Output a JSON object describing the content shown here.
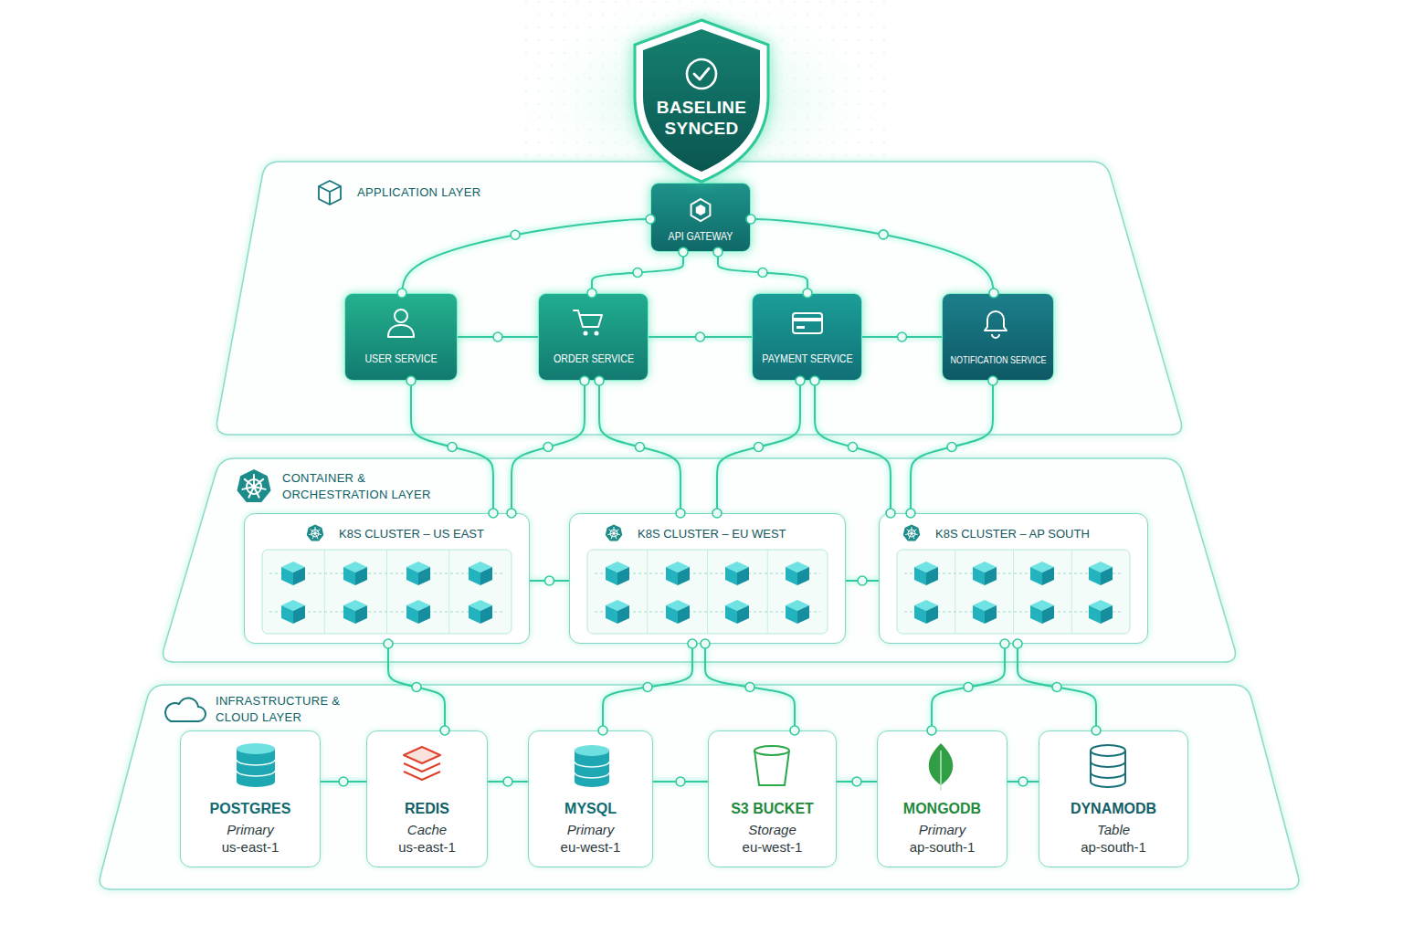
{
  "diagram": {
    "nodes": [
      {
        "text": [
          "BASELINE SYNCED"
        ]
      },
      {
        "text": [
          "APPLICATION LAYER"
        ]
      },
      {
        "text": [
          "API GATEWAY"
        ],
        "in": 1
      },
      {
        "text": [
          "USER SERVICE"
        ],
        "in": 1
      },
      {
        "text": [
          "ORDER SERVICE"
        ],
        "in": 1
      },
      {
        "text": [
          "PAYMENT SERVICE"
        ],
        "in": 1
      },
      {
        "text": [
          "NOTIFICATION SERVICE"
        ],
        "in": 1
      },
      {
        "text": [
          "CONTAINER & ORCHESTRATION LAYER"
        ]
      },
      {
        "text": [
          "K8S CLUSTER – US EAST"
        ],
        "in": 7
      },
      {
        "text": [
          "K8S CLUSTER – EU WEST"
        ],
        "in": 7
      },
      {
        "text": [
          "K8S CLUSTER – AP SOUTH"
        ],
        "in": 7
      },
      {
        "text": [
          "INFRASTRUCTURE & CLOUD LAYER"
        ]
      },
      {
        "text": [
          "POSTGRES",
          "Primary",
          "us-east-1"
        ],
        "in": 11
      },
      {
        "text": [
          "REDIS",
          "Cache",
          "us-east-1"
        ],
        "in": 11
      },
      {
        "text": [
          "MYSQL",
          "Primary",
          "eu-west-1"
        ],
        "in": 11
      },
      {
        "text": [
          "S3 BUCKET",
          "Storage",
          "eu-west-1"
        ],
        "in": 11
      },
      {
        "text": [
          "MONGODB",
          "Primary",
          "ap-south-1"
        ],
        "in": 11
      },
      {
        "text": [
          "DYNAMODB",
          "Table",
          "ap-south-1"
        ],
        "in": 11
      }
    ],
    "edges": [
      {
        "from": 2,
        "to": 3,
        "arrow": "none"
      },
      {
        "from": 2,
        "to": 4,
        "arrow": "none"
      },
      {
        "from": 2,
        "to": 5,
        "arrow": "none"
      },
      {
        "from": 2,
        "to": 6,
        "arrow": "none"
      },
      {
        "from": 3,
        "to": 4,
        "arrow": "none"
      },
      {
        "from": 4,
        "to": 5,
        "arrow": "none"
      },
      {
        "from": 5,
        "to": 6,
        "arrow": "none"
      },
      {
        "from": 3,
        "to": 8,
        "arrow": "none"
      },
      {
        "from": 4,
        "to": 8,
        "arrow": "none"
      },
      {
        "from": 4,
        "to": 9,
        "arrow": "none"
      },
      {
        "from": 5,
        "to": 9,
        "arrow": "none"
      },
      {
        "from": 5,
        "to": 10,
        "arrow": "none"
      },
      {
        "from": 6,
        "to": 10,
        "arrow": "none"
      },
      {
        "from": 8,
        "to": 9,
        "arrow": "none"
      },
      {
        "from": 9,
        "to": 10,
        "arrow": "none"
      },
      {
        "from": 8,
        "to": 13,
        "arrow": "none"
      },
      {
        "from": 9,
        "to": 14,
        "arrow": "none"
      },
      {
        "from": 9,
        "to": 15,
        "arrow": "none"
      },
      {
        "from": 10,
        "to": 16,
        "arrow": "none"
      },
      {
        "from": 10,
        "to": 17,
        "arrow": "none"
      },
      {
        "from": 12,
        "to": 13,
        "arrow": "none"
      },
      {
        "from": 13,
        "to": 14,
        "arrow": "none"
      },
      {
        "from": 14,
        "to": 15,
        "arrow": "none"
      },
      {
        "from": 15,
        "to": 16,
        "arrow": "none"
      },
      {
        "from": 16,
        "to": 17,
        "arrow": "none"
      }
    ]
  }
}
